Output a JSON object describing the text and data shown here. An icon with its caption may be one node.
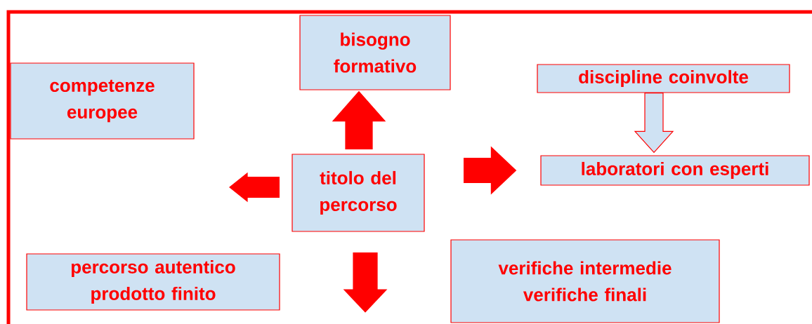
{
  "diagram": {
    "nodes": [
      {
        "text": [
          "bisogno formativo"
        ]
      },
      {
        "text": [
          "competenze europee"
        ]
      },
      {
        "text": [
          "discipline coinvolte"
        ]
      },
      {
        "text": [
          "titolo del percorso"
        ]
      },
      {
        "text": [
          "laboratori con esperti"
        ]
      },
      {
        "text": [
          "percorso autentico prodotto finito"
        ]
      },
      {
        "text": [
          "verifiche intermedie verifiche finali"
        ]
      }
    ],
    "edges": [
      {
        "from": 3,
        "to": 0,
        "arrow": "to"
      },
      {
        "from": 3,
        "to": null,
        "arrow": "to"
      },
      {
        "from": 3,
        "to": 4,
        "arrow": "to"
      },
      {
        "from": 3,
        "to": null,
        "arrow": "to"
      },
      {
        "from": 2,
        "to": 4,
        "arrow": "to",
        "color": "#cfe2f3"
      }
    ]
  }
}
